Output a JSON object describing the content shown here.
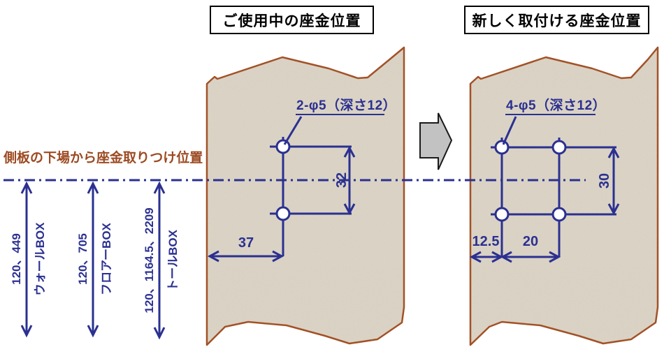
{
  "titles": {
    "current": "ご使用中の座金位置",
    "new": "新しく取付ける座金位置"
  },
  "note": "側板の下場から座金取りつけ位置",
  "mount_ranges": [
    {
      "heights": "120、449",
      "box": "ウォールBOX"
    },
    {
      "heights": "120、705",
      "box": "フロアーBOX"
    },
    {
      "heights": "120、1164.5、2209",
      "box": "トールBOX"
    }
  ],
  "current_panel": {
    "hole_label": "2-φ5（深さ12）",
    "vertical_pitch": "32",
    "edge_offset": "37"
  },
  "new_panel": {
    "hole_label": "4-φ5（深さ12）",
    "vertical_pitch": "30",
    "edge_offset": "12.5",
    "horizontal_pitch": "20"
  },
  "colors": {
    "dimension_blue": "#2b3091",
    "board_outline_brown": "#a24e22",
    "board_fill_beige": "#dcd5c7",
    "note_brown": "#9c4a22",
    "transition_arrow_gray": "#c2c2c2"
  }
}
